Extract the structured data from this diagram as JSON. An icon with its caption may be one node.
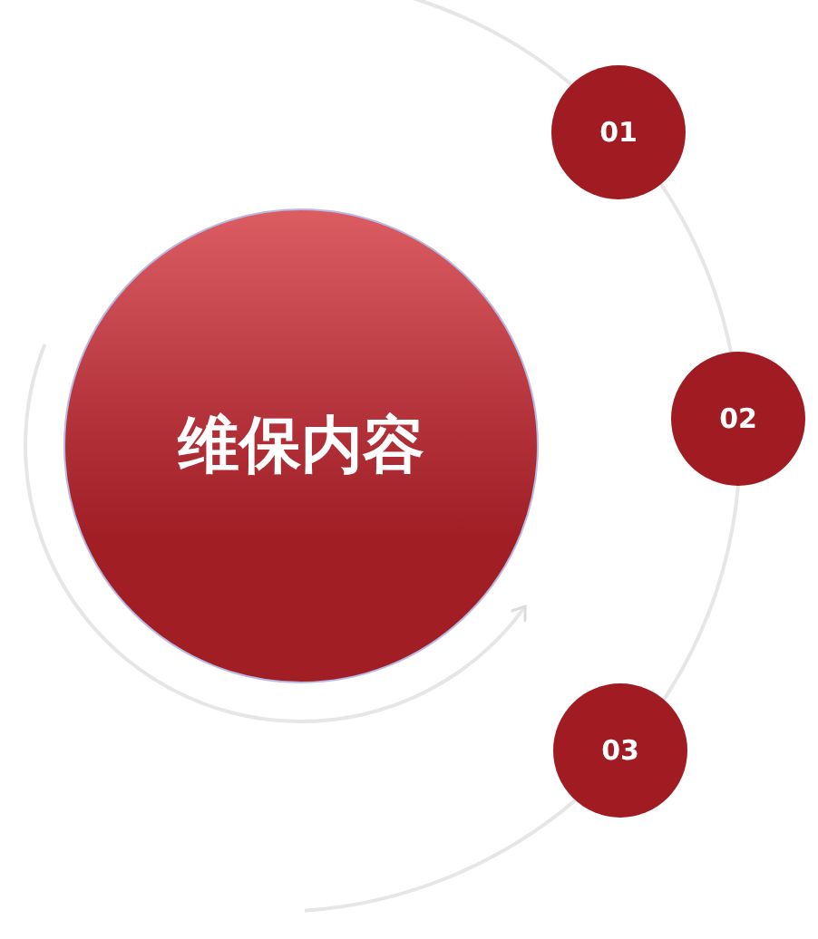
{
  "diagram": {
    "nodes": [
      {
        "text": [
          "维保内容"
        ]
      },
      {
        "text": [
          "01"
        ]
      },
      {
        "text": [
          "02"
        ]
      },
      {
        "text": [
          "03"
        ]
      }
    ],
    "edges": [
      {
        "from": 1,
        "to": 2,
        "arrow": "none"
      },
      {
        "from": 2,
        "to": 3,
        "arrow": "none"
      }
    ]
  }
}
